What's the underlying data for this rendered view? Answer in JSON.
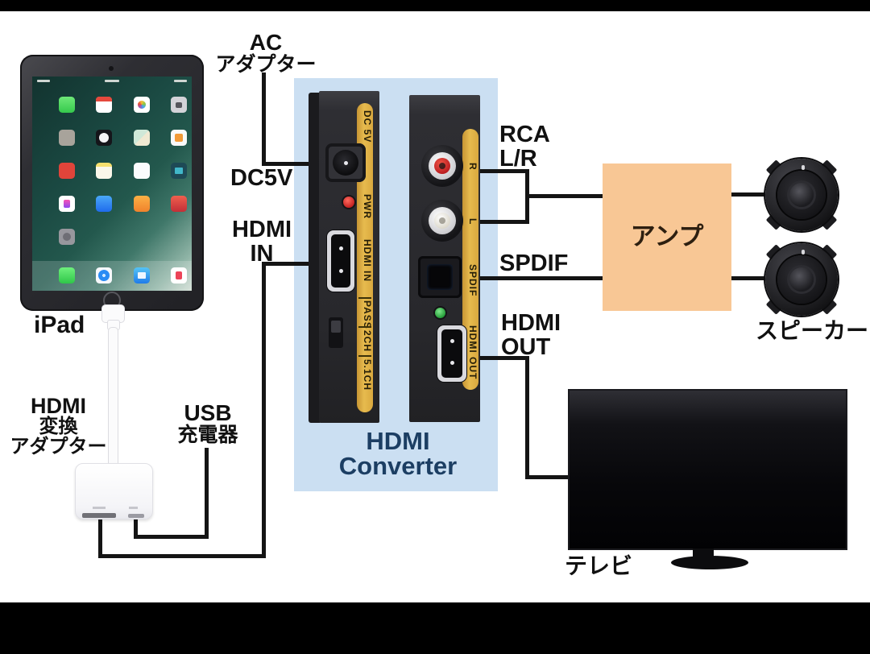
{
  "labels": {
    "ipad": "iPad",
    "ac_adapter": [
      "AC",
      "アダプター"
    ],
    "dc5v": "DC5V",
    "hdmi_in": [
      "HDMI",
      "IN"
    ],
    "hdmi_adapter": [
      "HDMI",
      "変換",
      "アダプター"
    ],
    "usb_charger": [
      "USB",
      "充電器"
    ],
    "rca": [
      "RCA",
      "L/R"
    ],
    "spdif": "SPDIF",
    "hdmi_out": [
      "HDMI",
      "OUT"
    ],
    "converter": [
      "HDMI",
      "Converter"
    ],
    "amp": "アンプ",
    "speakers": "スピーカー",
    "tv": "テレビ"
  },
  "converter_rear_panel": {
    "strip_labels": [
      "DC 5V",
      "PWR",
      "HDMI IN",
      "PASS",
      "2CH",
      "5.1CH"
    ]
  },
  "converter_front_panel": {
    "strip_labels": [
      "R",
      "L",
      "SPDIF",
      "HDMI OUT"
    ]
  },
  "colors": {
    "highlight_box": "#cbdff2",
    "amp_box": "#f8c795",
    "panel_strip_yellow": "#e0ac40",
    "converter_text_navy": "#1c3e63",
    "wire_black": "#141414",
    "rca_red": "#cf2030",
    "rca_white": "#f2efe6",
    "pwr_led_red": "#e03030",
    "out_led_green": "#35c24a"
  }
}
